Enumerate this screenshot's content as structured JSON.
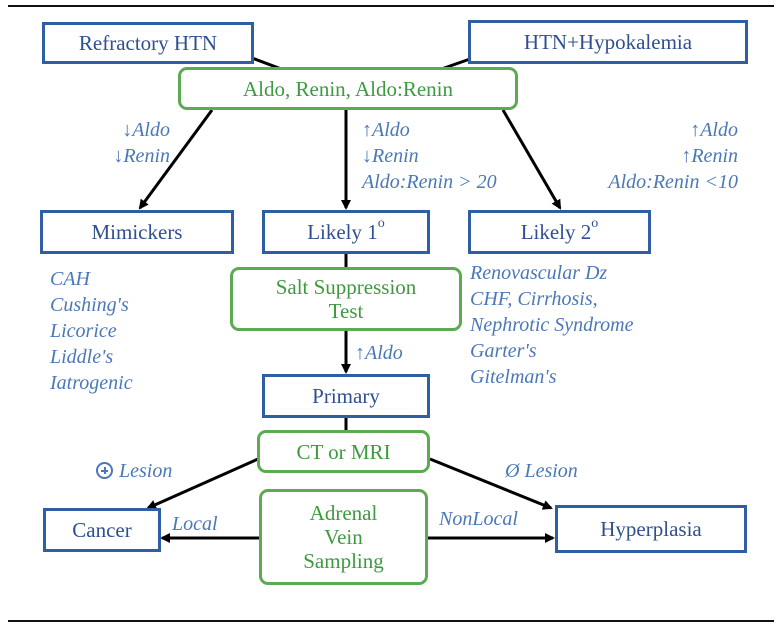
{
  "boxes": {
    "refractory_htn": "Refractory HTN",
    "htn_hypokalemia": "HTN+Hypokalemia",
    "aldo_renin": "Aldo, Renin, Aldo:Renin",
    "mimickers": "Mimickers",
    "likely_primary": "Likely 1",
    "likely_primary_sup": "o",
    "likely_secondary": "Likely 2",
    "likely_secondary_sup": "o",
    "salt_test_line1": "Salt Suppression",
    "salt_test_line2": "Test",
    "primary": "Primary",
    "ct_mri": "CT or MRI",
    "cancer": "Cancer",
    "avs_line1": "Adrenal",
    "avs_line2": "Vein",
    "avs_line3": "Sampling",
    "hyperplasia": "Hyperplasia"
  },
  "labels": {
    "left_branch": [
      "↓Aldo",
      "↓Renin"
    ],
    "middle_branch": [
      "↑Aldo",
      "↓Renin",
      "Aldo:Renin > 20"
    ],
    "right_branch": [
      "↑Aldo",
      "↑Renin",
      "Aldo:Renin <10"
    ],
    "salt_result": "↑Aldo",
    "positive_lesion": "Lesion",
    "no_lesion": "Ø Lesion",
    "local": "Local",
    "nonlocal": "NonLocal"
  },
  "lists": {
    "mimickers": [
      "CAH",
      "Cushing's",
      "Licorice",
      "Liddle's",
      "Iatrogenic"
    ],
    "secondary_causes": [
      "Renovascular Dz",
      "CHF, Cirrhosis,",
      "Nephrotic Syndrome",
      "Garter's",
      "Gitelman's"
    ]
  },
  "colors": {
    "box_border": "#2e5fa3",
    "rounded_border": "#5cab52",
    "label_text": "#4a78b8",
    "connector": "#000000"
  }
}
